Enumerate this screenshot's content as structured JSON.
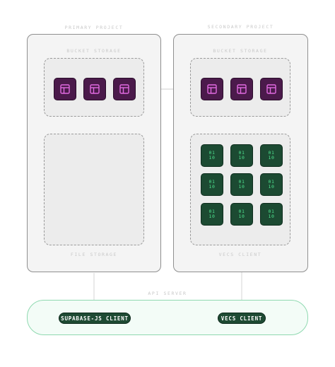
{
  "primary": {
    "title": "PRIMARY PROJECT",
    "bucket_label": "BUCKET STORAGE",
    "lower_label": "FILE STORAGE"
  },
  "secondary": {
    "title": "SECONDARY PROJECT",
    "bucket_label": "BUCKET STORAGE",
    "lower_label": "VECS CLIENT"
  },
  "server": {
    "label": "API SERVER",
    "left_client": "SUPABASE-JS CLIENT",
    "right_client": "VECS CLIENT"
  },
  "tiles": {
    "storage_icon": "table-icon",
    "vector_text_top": "01",
    "vector_text_bottom": "10"
  },
  "colors": {
    "storage_tile": "#4b1a4b",
    "storage_icon": "#e26ae2",
    "vector_tile": "#1c4a32",
    "vector_text": "#4ee08e",
    "server_border": "#8fd9b0",
    "client_pill": "#1e4a33"
  }
}
